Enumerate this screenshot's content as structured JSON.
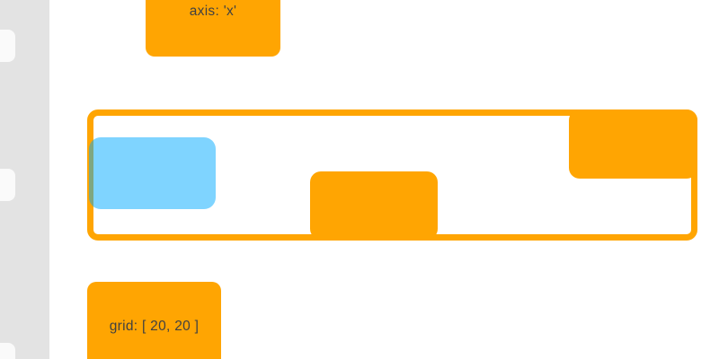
{
  "page": {
    "kind": "draggable-elements demo",
    "background": "#ffffff"
  },
  "colors": {
    "accent_orange": "#ffa502",
    "draggable_blue_fill": "rgba(0, 170, 255, 0.5)",
    "sidebar_background": "#e3e3e3",
    "sidebar_handle": "#fafafa",
    "label_text": "#414141"
  },
  "sidebar": {
    "handle_count": 3
  },
  "demo": {
    "option_boxes": [
      {
        "id": "axis",
        "label": "axis: 'x'"
      },
      {
        "id": "grid",
        "label": "grid: [ 20, 20 ]"
      }
    ],
    "container": {
      "role": "drag restriction area",
      "border_color": "#ffa502"
    },
    "draggables": [
      {
        "id": "blue-box",
        "color": "rgba(0, 170, 255, 0.5)"
      },
      {
        "id": "orange-box-middle",
        "color": "#ffa502"
      },
      {
        "id": "orange-box-right",
        "color": "#ffa502"
      }
    ]
  }
}
